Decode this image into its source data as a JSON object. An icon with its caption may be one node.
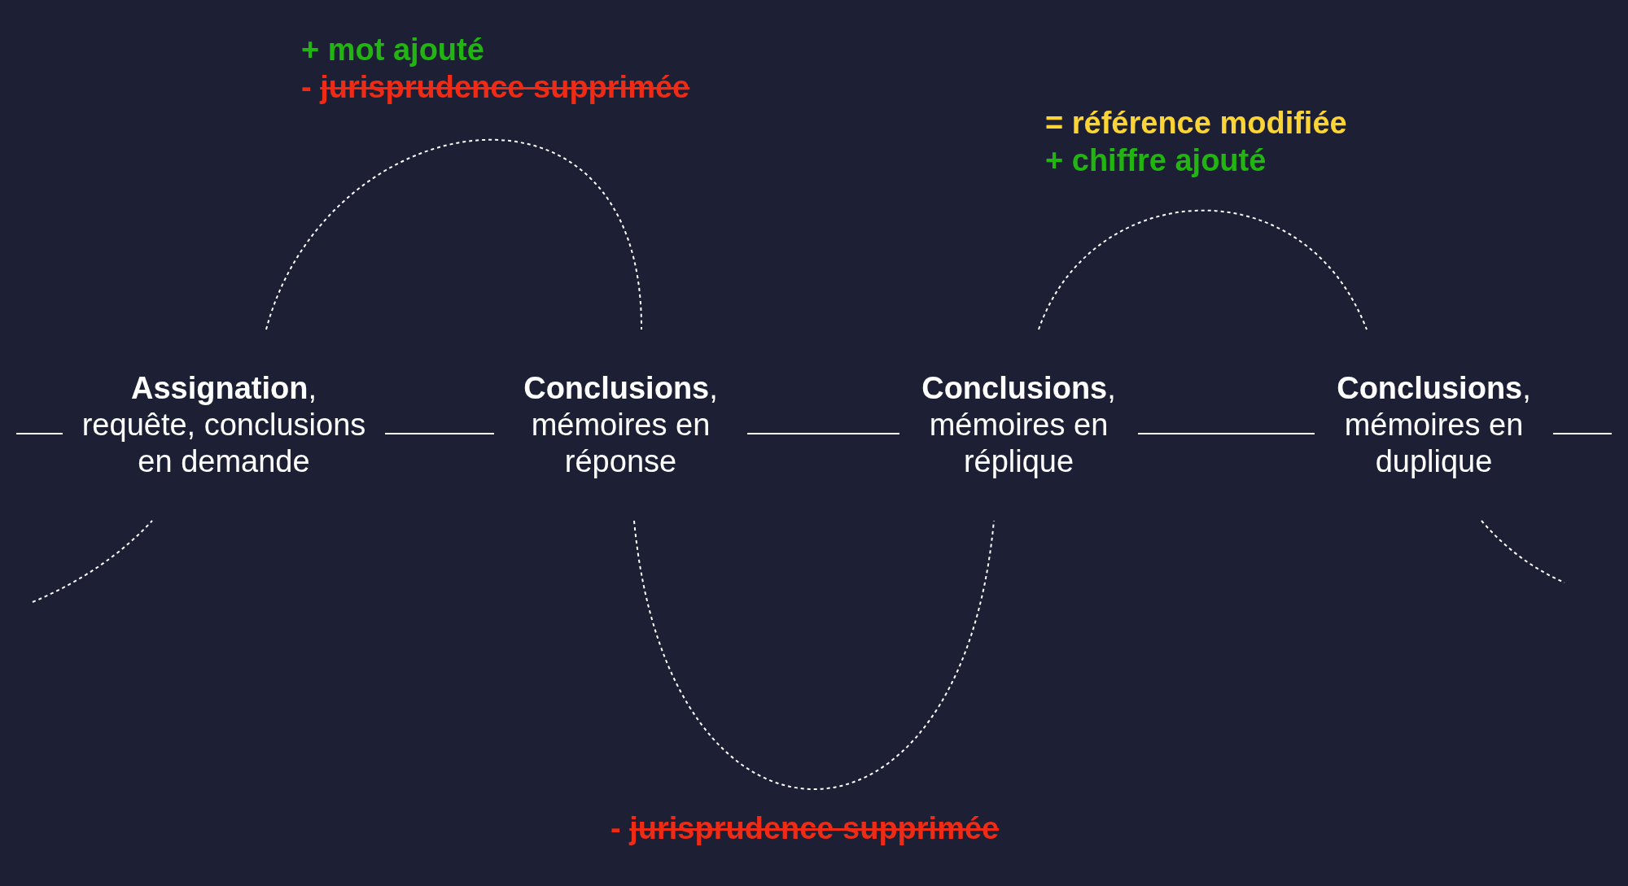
{
  "diagram": {
    "nodes": [
      {
        "text": [
          "**Assignation**, requête, conclusions en demande"
        ]
      },
      {
        "text": [
          "**Conclusions**, mémoires en réponse"
        ]
      },
      {
        "text": [
          "**Conclusions**, mémoires en réplique"
        ]
      },
      {
        "text": [
          "**Conclusions**, mémoires en duplique"
        ]
      }
    ],
    "edges": [
      {
        "from": null,
        "to": 0,
        "arrow": "none"
      },
      {
        "from": 0,
        "to": 1,
        "arrow": "none"
      },
      {
        "from": 1,
        "to": 2,
        "arrow": "none"
      },
      {
        "from": 2,
        "to": 3,
        "arrow": "none"
      },
      {
        "from": 3,
        "to": null,
        "arrow": "none"
      },
      {
        "from": 0,
        "to": 1,
        "arrow": "none",
        "style": "dashed"
      },
      {
        "from": 1,
        "to": 2,
        "arrow": "none",
        "style": "dashed"
      },
      {
        "from": 2,
        "to": 3,
        "arrow": "none",
        "style": "dashed"
      },
      {
        "from": null,
        "to": 0,
        "arrow": "none",
        "style": "dashed"
      },
      {
        "from": 3,
        "to": null,
        "arrow": "none",
        "style": "dashed"
      }
    ],
    "labels": [
      "+ mot ajouté",
      "- jurisprudence supprimée",
      "= référence modifiée",
      "+ chiffre ajouté",
      "- jurisprudence supprimée"
    ]
  }
}
